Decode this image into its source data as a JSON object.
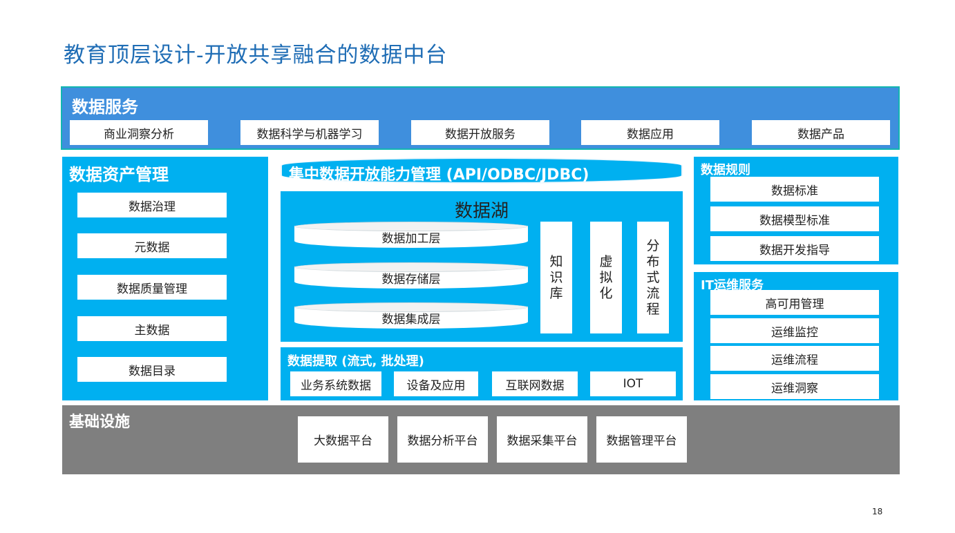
{
  "title": "教育顶层设计-开放共享融合的数据中台",
  "data_services": {
    "label": "数据服务",
    "items": [
      "商业洞察分析",
      "数据科学与机器学习",
      "数据开放服务",
      "数据应用",
      "数据产品"
    ]
  },
  "data_asset_management": {
    "label": "数据资产管理",
    "items": [
      "数据治理",
      "元数据",
      "数据质量管理",
      "主数据",
      "数据目录"
    ]
  },
  "api_management": {
    "label": "集中数据开放能力管理 (API/ODBC/JDBC)"
  },
  "data_lake": {
    "label": "数据湖",
    "layers": [
      "数据加工层",
      "数据存储层",
      "数据集成层"
    ],
    "vertical_items": [
      "知识库",
      "虚拟化",
      "分布式流程"
    ]
  },
  "data_extraction": {
    "label": "数据提取 (流式, 批处理)",
    "items": [
      "业务系统数据",
      "设备及应用",
      "互联网数据",
      "IOT"
    ]
  },
  "data_rules": {
    "label": "数据规则",
    "items": [
      "数据标准",
      "数据模型标准",
      "数据开发指导"
    ]
  },
  "it_ops": {
    "label": "IT运维服务",
    "items": [
      "高可用管理",
      "运维监控",
      "运维流程",
      "运维洞察"
    ]
  },
  "infrastructure": {
    "label": "基础设施",
    "items": [
      "大数据平台",
      "数据分析平台",
      "数据采集平台",
      "数据管理平台"
    ]
  },
  "page_number": "18",
  "colors": {
    "title": "#1f6db5",
    "services_band": "#3f8fdd",
    "panel": "#00b0f0",
    "infrastructure": "#7f7f7f",
    "box": "#ffffff"
  }
}
